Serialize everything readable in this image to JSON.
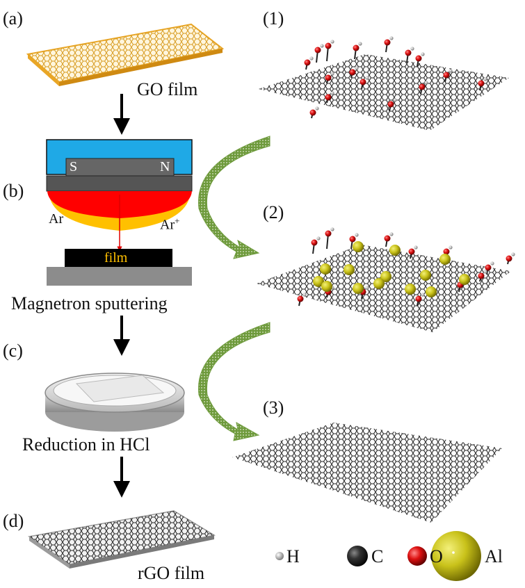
{
  "panels": {
    "a": "(a)",
    "b": "(b)",
    "c": "(c)",
    "d": "(d)",
    "n1": "(1)",
    "n2": "(2)",
    "n3": "(3)"
  },
  "captions": {
    "go_film": "GO film",
    "magnetron": "Magnetron sputtering",
    "reduction": "Reduction in HCl",
    "rgo_film": "rGO film"
  },
  "sputter": {
    "s_pole": "S",
    "n_pole": "N",
    "ar": "Ar",
    "ar_plus": "Ar",
    "ar_plus_sup": "+",
    "film": "film"
  },
  "legend": {
    "h": "H",
    "c": "C",
    "o": "O",
    "al": "Al"
  },
  "colors": {
    "go_film": "#e9a626",
    "magnet_blue": "#1fa9e6",
    "magnet_gray": "#555555",
    "plasma_red": "#ff0000",
    "plasma_yellow": "#ffc000",
    "film_text": "#ffc000",
    "arrow_green": "#6e9a3c",
    "carbon": "#222222",
    "oxygen": "#cc1111",
    "hydrogen": "#bbbbbb",
    "aluminum": "#c9c21a"
  }
}
